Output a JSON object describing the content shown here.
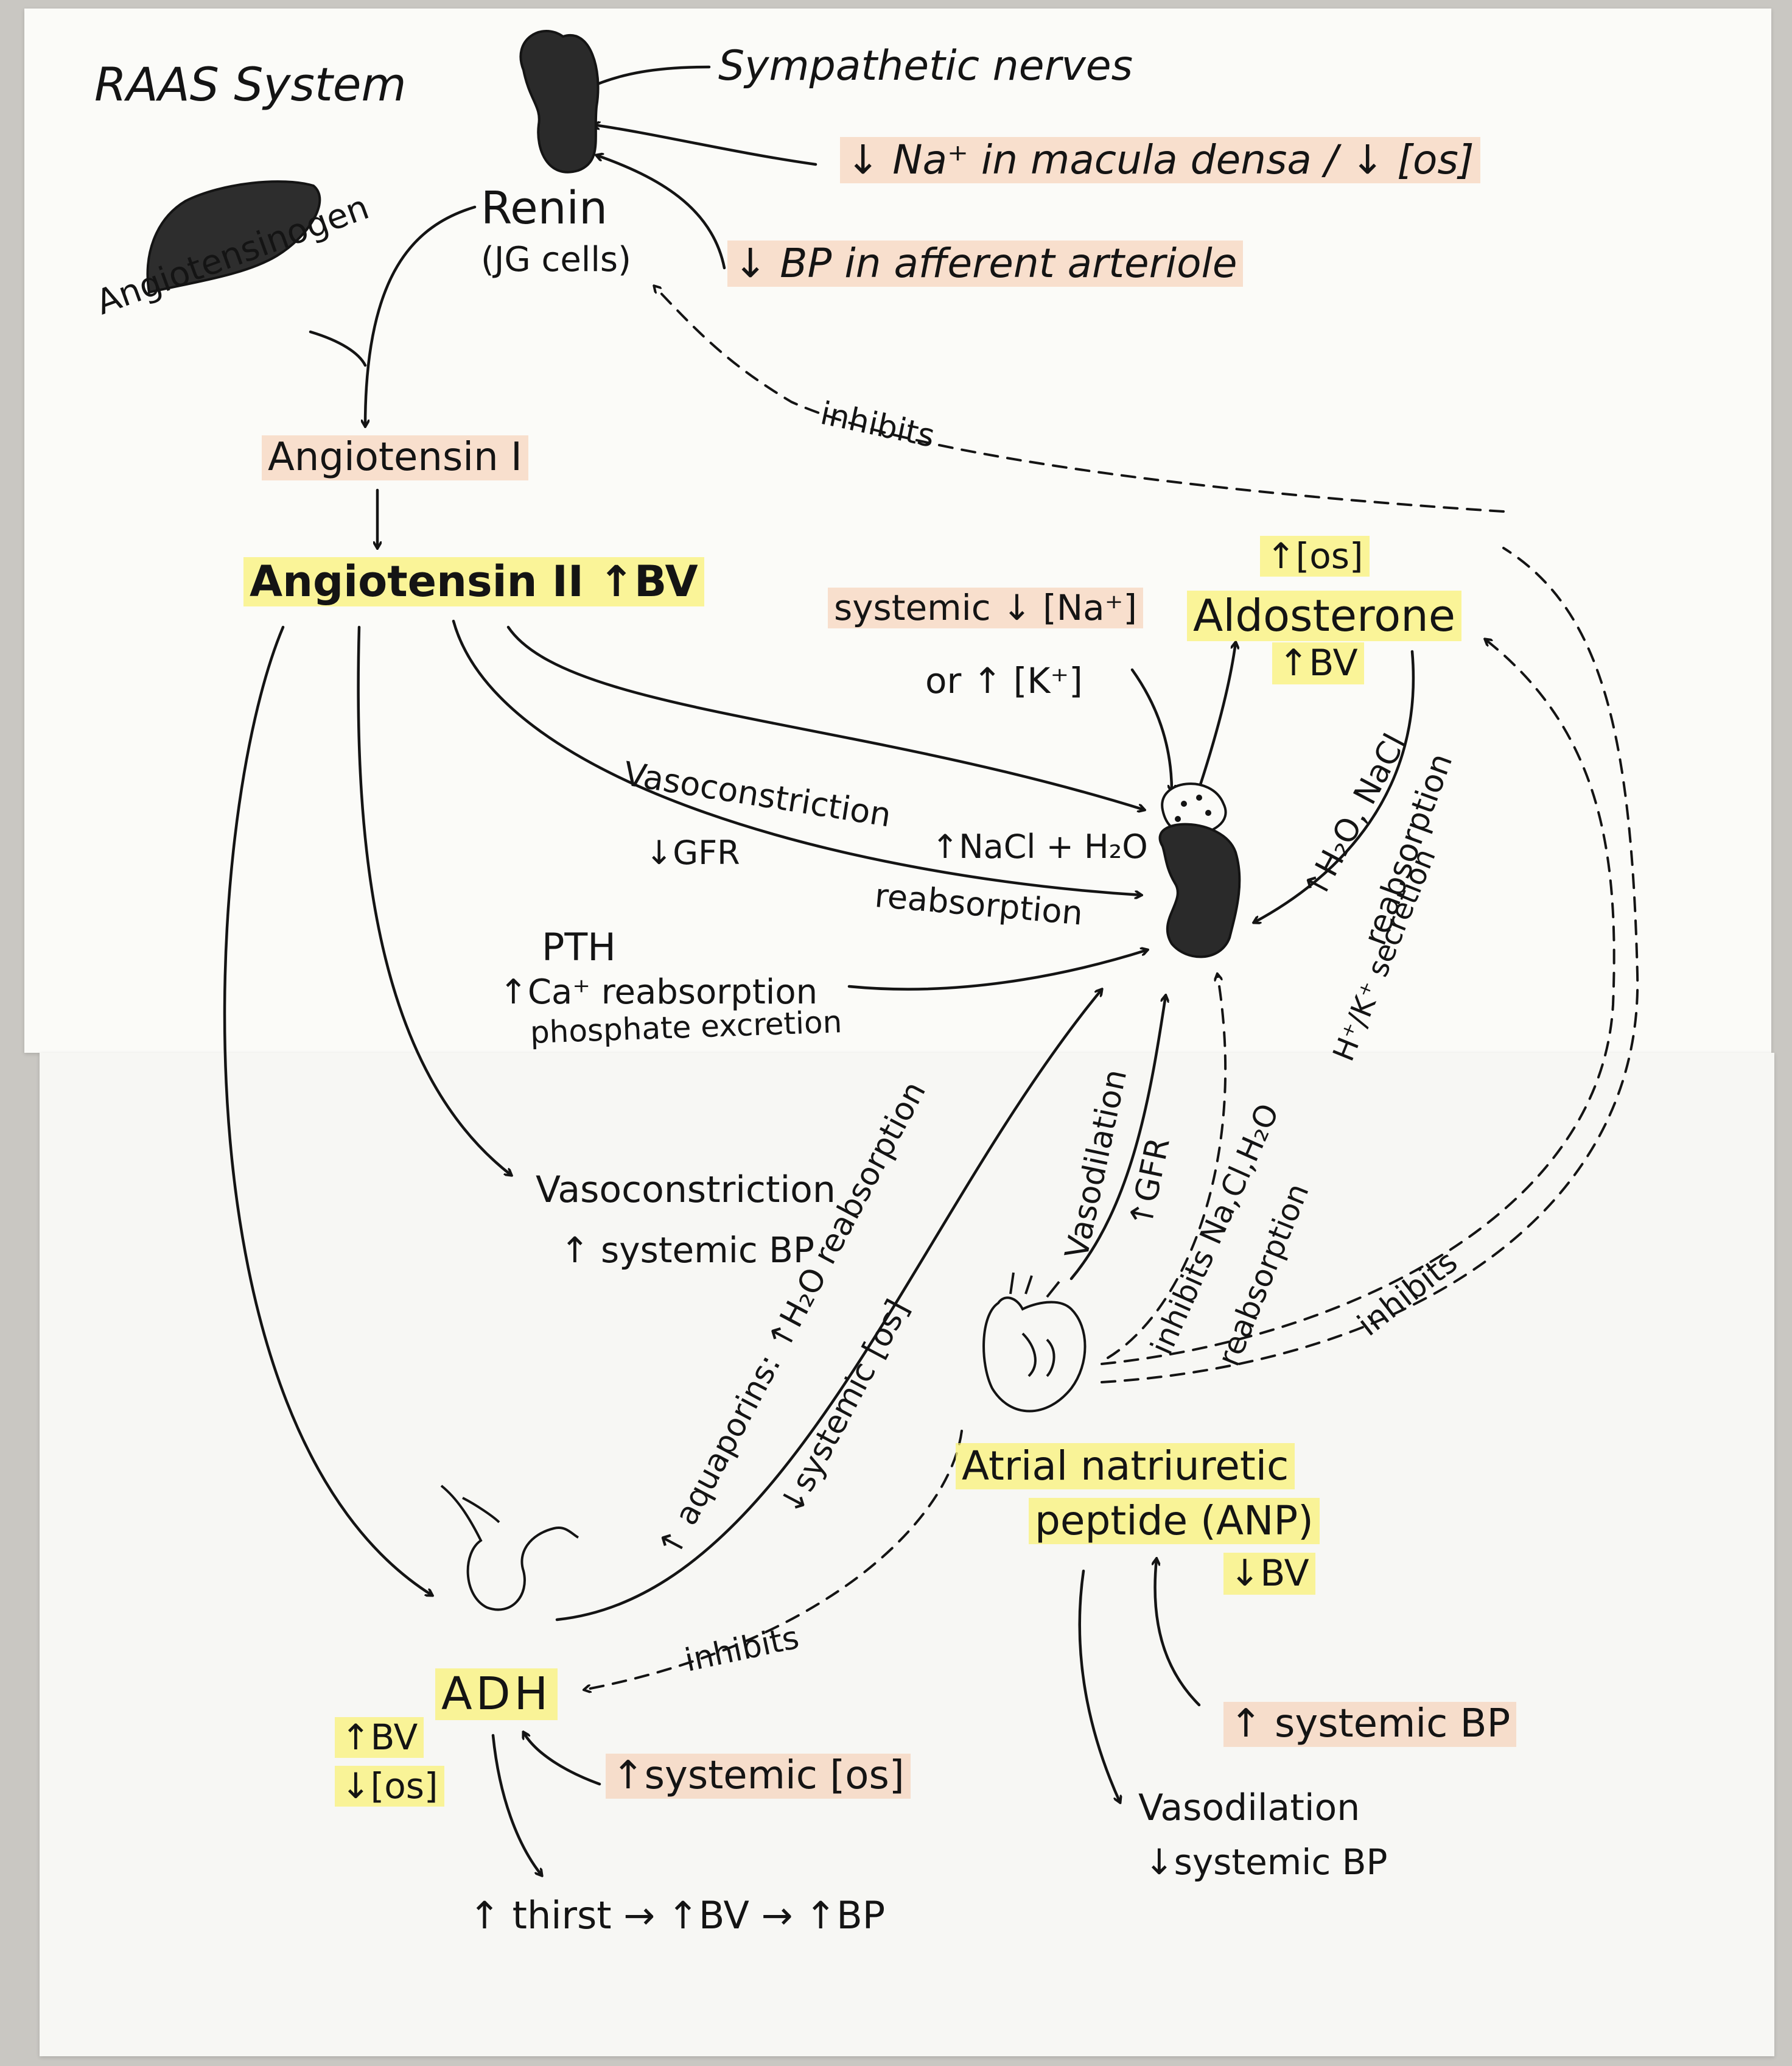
{
  "title": "RAAS System",
  "nodes": {
    "sympathetic": "Sympathetic nerves",
    "macula_densa": "↓ Na⁺ in macula densa / ↓ [os]",
    "bp_afferent": "↓ BP in afferent arteriole",
    "renin": "Renin",
    "renin_sub": "(JG cells)",
    "angiotensinogen": "Angiotensinogen",
    "ang1": "Angiotensin I",
    "ang2": "Angiotensin II ↑BV",
    "systemic_na": "systemic ↓ [Na⁺]",
    "or_k": "or ↑ [K⁺]",
    "aldo_os": "↑[os]",
    "aldosterone": "Aldosterone",
    "aldo_bv": "↑BV",
    "vasoconstriction_gfr_1": "Vasoconstriction",
    "vasoconstriction_gfr_2": "↓GFR",
    "nacl_h2o_1": "↑NaCl + H₂O",
    "nacl_h2o_2": "reabsorption",
    "pth": "PTH",
    "pth_1": "↑Ca⁺ reabsorption",
    "pth_2": "phosphate excretion",
    "aldo_effect_1": "↑H₂O, NaCl",
    "aldo_effect_2": "reabsorption",
    "aldo_effect_3": "H⁺/K⁺ secretion",
    "vasoconstriction": "Vasoconstriction",
    "systemic_bp_up": "↑ systemic BP",
    "aquaporins": "↑ aquaporins: ↑H₂O reabsorption",
    "systemic_os_down": "↓systemic [os]",
    "vasodilation_gfr_1": "Vasodilation",
    "vasodilation_gfr_2": "↑GFR",
    "inhibits_nacl_1": "inhibits Na,Cl,H₂O",
    "inhibits_nacl_2": "reabsorption",
    "anp_1": "Atrial natriuretic",
    "anp_2": "peptide (ANP)",
    "anp_bv": "↓BV",
    "anp_trigger": "↑ systemic BP",
    "anp_vasodilation": "Vasodilation",
    "anp_bp_down": "↓systemic BP",
    "adh": "ADH",
    "adh_bv": "↑BV",
    "adh_os": "↓[os]",
    "adh_trigger": "↑systemic [os]",
    "thirst": "↑ thirst → ↑BV → ↑BP",
    "inhibits": "inhibits"
  }
}
